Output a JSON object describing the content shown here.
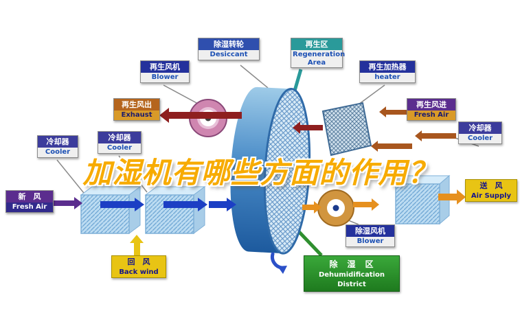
{
  "title": {
    "text": "加湿机有哪些方面的作用？"
  },
  "palette": {
    "navy_header": "#24319c",
    "steel_header": "#2f4fae",
    "teal_header": "#2a9a9a",
    "purple_header": "#5b2d8e",
    "brown_header": "#b5651d",
    "yellow_box": "#e8c414",
    "green_box": "#2e8b2e",
    "title_gold": "#f7ab00",
    "wheel_blue": "#2a6cb0",
    "process_arrow_blue": "#1c3fc4",
    "regen_arrow_maroon": "#8e1f1f",
    "regen_arrow_brown": "#a8561e",
    "supply_arrow_orange": "#e6901e",
    "return_arrow_yellow": "#e8c414"
  },
  "labels": {
    "desiccant": {
      "zh": "除湿转轮",
      "en": "Desiccant"
    },
    "regen_area": {
      "zh": "再生区",
      "en": "Regeneration Area"
    },
    "regen_blower": {
      "zh": "再生风机",
      "en": "Blower"
    },
    "regen_heater": {
      "zh": "再生加热器",
      "en": "heater"
    },
    "exhaust": {
      "zh": "再生风出",
      "en": "Exhaust"
    },
    "regen_fresh_air": {
      "zh": "再生风进",
      "en": "Fresh Air"
    },
    "cooler_left": {
      "zh": "冷却器",
      "en": "Cooler"
    },
    "cooler_mid": {
      "zh": "冷却器",
      "en": "Cooler"
    },
    "cooler_right": {
      "zh": "冷却器",
      "en": "Cooler"
    },
    "fresh_air_in": {
      "zh": "新　风",
      "en": "Fresh Air"
    },
    "air_supply": {
      "zh": "送　风",
      "en": "Air Supply"
    },
    "back_wind": {
      "zh": "回　风",
      "en": "Back wind"
    },
    "dehumid_blower": {
      "zh": "除湿风机",
      "en": "Blower"
    },
    "dehumid_district": {
      "zh": "除　湿　区",
      "en1": "Dehumidification",
      "en2": "District"
    }
  }
}
